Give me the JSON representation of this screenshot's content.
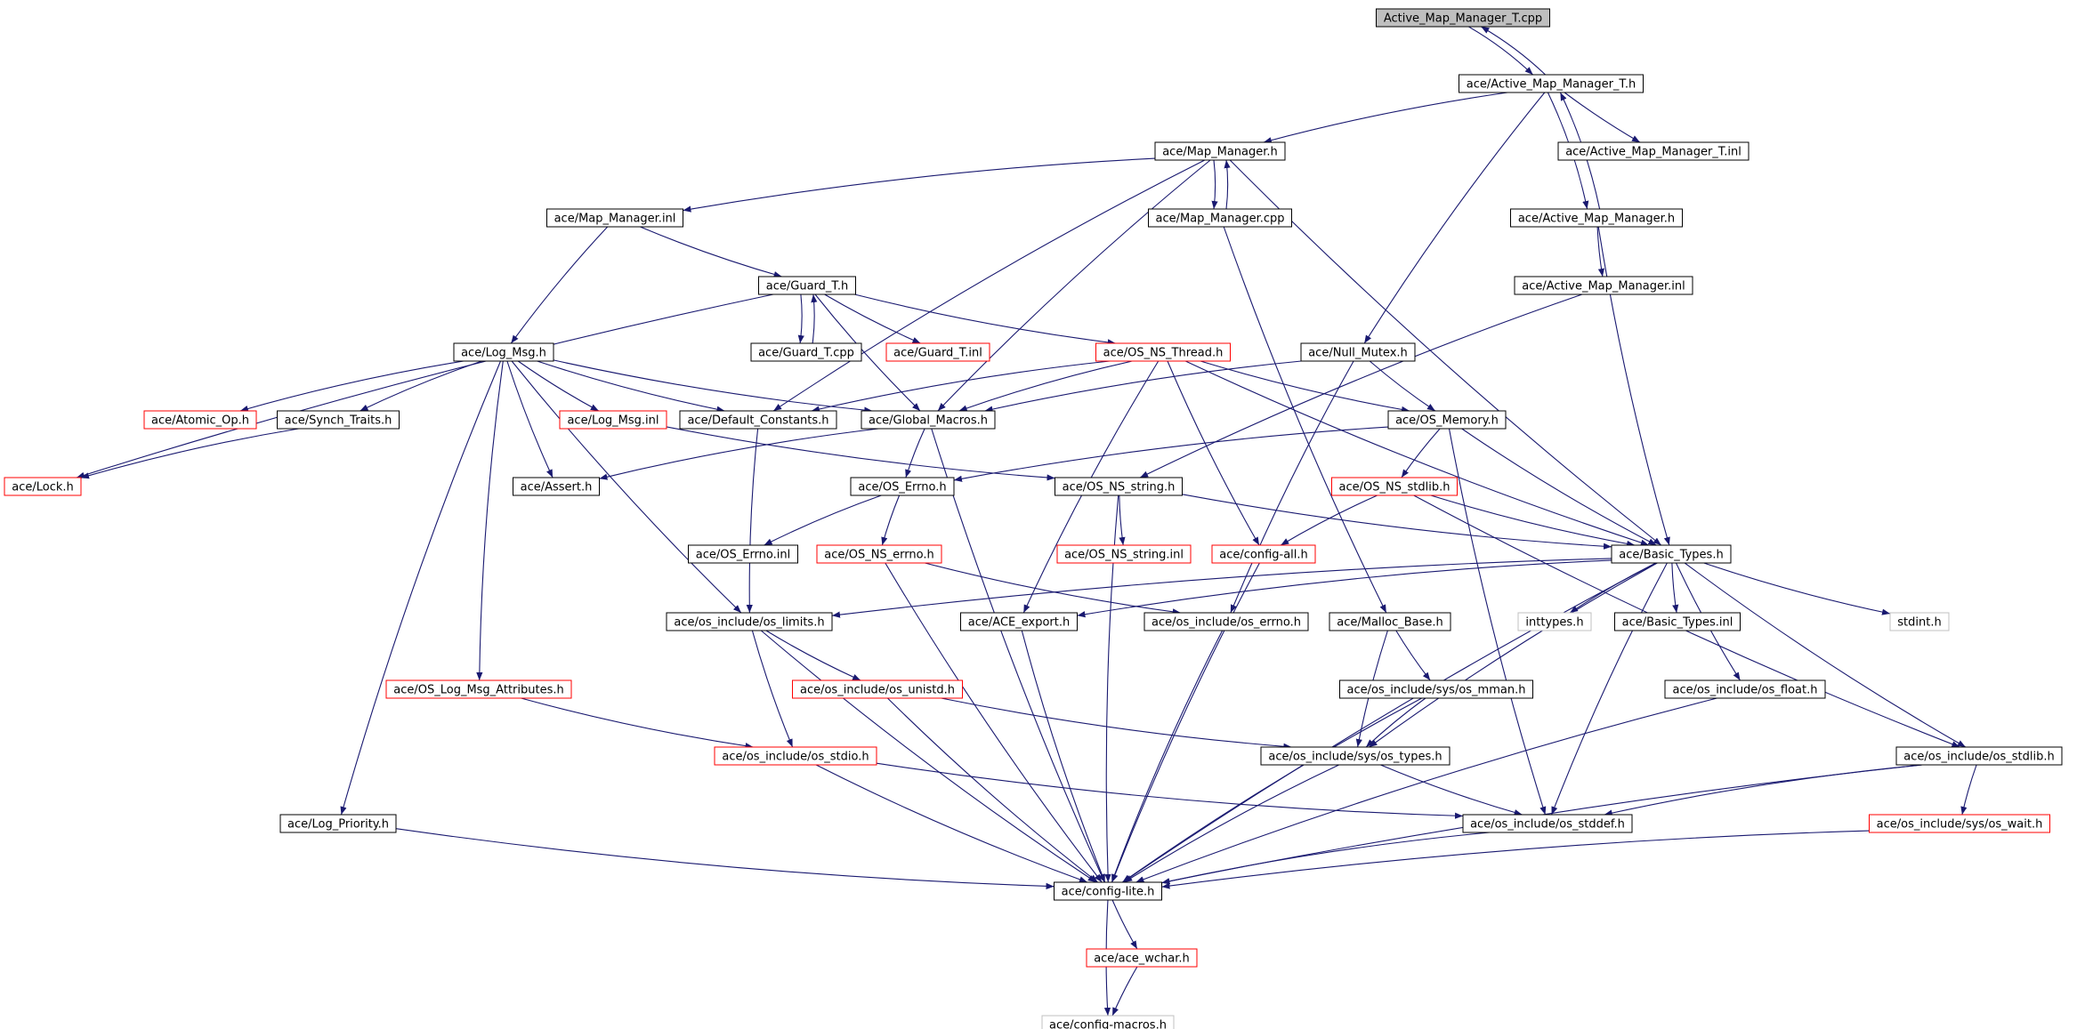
{
  "graph": {
    "colors": {
      "edge": "#191970",
      "node_border_default": "#000000",
      "node_border_undocumented": "#ff0000",
      "node_border_external": "#c0c0c0",
      "root_fill": "#bfbfbf",
      "node_fill": "#ffffff"
    },
    "nodes": [
      {
        "id": "root",
        "label": "Active_Map_Manager_T.cpp",
        "style": "root"
      },
      {
        "id": "amt_h",
        "label": "ace/Active_Map_Manager_T.h",
        "style": "normal"
      },
      {
        "id": "mm_h",
        "label": "ace/Map_Manager.h",
        "style": "normal"
      },
      {
        "id": "amt_inl",
        "label": "ace/Active_Map_Manager_T.inl",
        "style": "normal"
      },
      {
        "id": "mm_inl",
        "label": "ace/Map_Manager.inl",
        "style": "normal"
      },
      {
        "id": "mm_cpp",
        "label": "ace/Map_Manager.cpp",
        "style": "normal"
      },
      {
        "id": "am_h",
        "label": "ace/Active_Map_Manager.h",
        "style": "normal"
      },
      {
        "id": "guard_h",
        "label": "ace/Guard_T.h",
        "style": "normal"
      },
      {
        "id": "am_inl",
        "label": "ace/Active_Map_Manager.inl",
        "style": "normal"
      },
      {
        "id": "guard_cpp",
        "label": "ace/Guard_T.cpp",
        "style": "normal"
      },
      {
        "id": "guard_inl",
        "label": "ace/Guard_T.inl",
        "style": "red"
      },
      {
        "id": "log_msg",
        "label": "ace/Log_Msg.h",
        "style": "normal"
      },
      {
        "id": "thread",
        "label": "ace/OS_NS_Thread.h",
        "style": "red"
      },
      {
        "id": "null_mutex",
        "label": "ace/Null_Mutex.h",
        "style": "normal"
      },
      {
        "id": "atomic",
        "label": "ace/Atomic_Op.h",
        "style": "red"
      },
      {
        "id": "synch",
        "label": "ace/Synch_Traits.h",
        "style": "normal"
      },
      {
        "id": "log_msg_inl",
        "label": "ace/Log_Msg.inl",
        "style": "red"
      },
      {
        "id": "default_const",
        "label": "ace/Default_Constants.h",
        "style": "normal"
      },
      {
        "id": "global",
        "label": "ace/Global_Macros.h",
        "style": "normal"
      },
      {
        "id": "os_memory",
        "label": "ace/OS_Memory.h",
        "style": "normal"
      },
      {
        "id": "lock",
        "label": "ace/Lock.h",
        "style": "red"
      },
      {
        "id": "assert",
        "label": "ace/Assert.h",
        "style": "normal"
      },
      {
        "id": "os_errno",
        "label": "ace/OS_Errno.h",
        "style": "normal"
      },
      {
        "id": "ns_string",
        "label": "ace/OS_NS_string.h",
        "style": "normal"
      },
      {
        "id": "ns_stdlib",
        "label": "ace/OS_NS_stdlib.h",
        "style": "red"
      },
      {
        "id": "errno_inl",
        "label": "ace/OS_Errno.inl",
        "style": "normal"
      },
      {
        "id": "ns_errno",
        "label": "ace/OS_NS_errno.h",
        "style": "red"
      },
      {
        "id": "ns_string_inl",
        "label": "ace/OS_NS_string.inl",
        "style": "red"
      },
      {
        "id": "config_all",
        "label": "ace/config-all.h",
        "style": "red"
      },
      {
        "id": "basic_types",
        "label": "ace/Basic_Types.h",
        "style": "normal"
      },
      {
        "id": "limits",
        "label": "ace/os_include/os_limits.h",
        "style": "normal"
      },
      {
        "id": "ace_export",
        "label": "ace/ACE_export.h",
        "style": "normal"
      },
      {
        "id": "inc_errno",
        "label": "ace/os_include/os_errno.h",
        "style": "normal"
      },
      {
        "id": "malloc",
        "label": "ace/Malloc_Base.h",
        "style": "normal"
      },
      {
        "id": "inttypes",
        "label": "inttypes.h",
        "style": "gray"
      },
      {
        "id": "bt_inl",
        "label": "ace/Basic_Types.inl",
        "style": "normal"
      },
      {
        "id": "stdint",
        "label": "stdint.h",
        "style": "gray"
      },
      {
        "id": "log_attr",
        "label": "ace/OS_Log_Msg_Attributes.h",
        "style": "red"
      },
      {
        "id": "unistd",
        "label": "ace/os_include/os_unistd.h",
        "style": "red"
      },
      {
        "id": "mman",
        "label": "ace/os_include/sys/os_mman.h",
        "style": "normal"
      },
      {
        "id": "float",
        "label": "ace/os_include/os_float.h",
        "style": "normal"
      },
      {
        "id": "stdio",
        "label": "ace/os_include/os_stdio.h",
        "style": "red"
      },
      {
        "id": "sys_types",
        "label": "ace/os_include/sys/os_types.h",
        "style": "normal"
      },
      {
        "id": "inc_stdlib",
        "label": "ace/os_include/os_stdlib.h",
        "style": "normal"
      },
      {
        "id": "log_priority",
        "label": "ace/Log_Priority.h",
        "style": "normal"
      },
      {
        "id": "stddef",
        "label": "ace/os_include/os_stddef.h",
        "style": "normal"
      },
      {
        "id": "sys_wait",
        "label": "ace/os_include/sys/os_wait.h",
        "style": "red"
      },
      {
        "id": "config_lite",
        "label": "ace/config-lite.h",
        "style": "normal"
      },
      {
        "id": "wchar",
        "label": "ace/ace_wchar.h",
        "style": "red"
      },
      {
        "id": "config_macros",
        "label": "ace/config-macros.h",
        "style": "gray"
      }
    ],
    "edges": [
      [
        "root",
        "amt_h"
      ],
      [
        "amt_h",
        "root"
      ],
      [
        "amt_h",
        "mm_h"
      ],
      [
        "amt_h",
        "amt_inl"
      ],
      [
        "amt_h",
        "am_h"
      ],
      [
        "amt_h",
        "null_mutex"
      ],
      [
        "am_h",
        "amt_h"
      ],
      [
        "am_h",
        "am_inl"
      ],
      [
        "am_h",
        "basic_types"
      ],
      [
        "am_inl",
        "ns_string"
      ],
      [
        "mm_h",
        "mm_inl"
      ],
      [
        "mm_h",
        "mm_cpp"
      ],
      [
        "mm_cpp",
        "mm_h"
      ],
      [
        "mm_h",
        "global"
      ],
      [
        "mm_h",
        "default_const"
      ],
      [
        "mm_h",
        "basic_types"
      ],
      [
        "mm_cpp",
        "malloc"
      ],
      [
        "mm_inl",
        "guard_h"
      ],
      [
        "mm_inl",
        "log_msg"
      ],
      [
        "guard_h",
        "guard_cpp"
      ],
      [
        "guard_cpp",
        "guard_h"
      ],
      [
        "guard_h",
        "guard_inl"
      ],
      [
        "guard_h",
        "thread"
      ],
      [
        "guard_h",
        "lock"
      ],
      [
        "guard_h",
        "global"
      ],
      [
        "log_msg",
        "atomic"
      ],
      [
        "log_msg",
        "synch"
      ],
      [
        "log_msg",
        "log_msg_inl"
      ],
      [
        "log_msg",
        "default_const"
      ],
      [
        "log_msg",
        "global"
      ],
      [
        "log_msg",
        "assert"
      ],
      [
        "log_msg",
        "limits"
      ],
      [
        "log_msg",
        "log_attr"
      ],
      [
        "log_msg",
        "log_priority"
      ],
      [
        "synch",
        "lock"
      ],
      [
        "thread",
        "default_const"
      ],
      [
        "thread",
        "global"
      ],
      [
        "thread",
        "os_memory"
      ],
      [
        "thread",
        "config_all"
      ],
      [
        "thread",
        "ace_export"
      ],
      [
        "thread",
        "basic_types"
      ],
      [
        "null_mutex",
        "global"
      ],
      [
        "null_mutex",
        "os_memory"
      ],
      [
        "null_mutex",
        "inc_errno"
      ],
      [
        "log_msg_inl",
        "ns_string"
      ],
      [
        "default_const",
        "limits"
      ],
      [
        "global",
        "assert"
      ],
      [
        "global",
        "os_errno"
      ],
      [
        "global",
        "config_lite"
      ],
      [
        "os_memory",
        "os_errno"
      ],
      [
        "os_memory",
        "ns_stdlib"
      ],
      [
        "os_memory",
        "basic_types"
      ],
      [
        "os_memory",
        "stddef"
      ],
      [
        "os_errno",
        "errno_inl"
      ],
      [
        "os_errno",
        "ns_errno"
      ],
      [
        "ns_errno",
        "inc_errno"
      ],
      [
        "ns_errno",
        "config_lite"
      ],
      [
        "ns_string",
        "ns_string_inl"
      ],
      [
        "ns_string",
        "basic_types"
      ],
      [
        "ns_string",
        "config_lite"
      ],
      [
        "ns_stdlib",
        "config_all"
      ],
      [
        "ns_stdlib",
        "basic_types"
      ],
      [
        "ns_stdlib",
        "inc_stdlib"
      ],
      [
        "config_all",
        "config_lite"
      ],
      [
        "basic_types",
        "limits"
      ],
      [
        "basic_types",
        "ace_export"
      ],
      [
        "basic_types",
        "inttypes"
      ],
      [
        "basic_types",
        "bt_inl"
      ],
      [
        "basic_types",
        "stdint"
      ],
      [
        "basic_types",
        "float"
      ],
      [
        "basic_types",
        "sys_types"
      ],
      [
        "basic_types",
        "stddef"
      ],
      [
        "basic_types",
        "inc_stdlib"
      ],
      [
        "basic_types",
        "config_lite"
      ],
      [
        "limits",
        "unistd"
      ],
      [
        "limits",
        "stdio"
      ],
      [
        "limits",
        "config_lite"
      ],
      [
        "unistd",
        "sys_types"
      ],
      [
        "unistd",
        "config_lite"
      ],
      [
        "ace_export",
        "config_lite"
      ],
      [
        "inc_errno",
        "config_lite"
      ],
      [
        "malloc",
        "mman"
      ],
      [
        "malloc",
        "sys_types"
      ],
      [
        "mman",
        "sys_types"
      ],
      [
        "mman",
        "config_lite"
      ],
      [
        "float",
        "config_lite"
      ],
      [
        "log_attr",
        "stdio"
      ],
      [
        "stdio",
        "stddef"
      ],
      [
        "stdio",
        "config_lite"
      ],
      [
        "sys_types",
        "stddef"
      ],
      [
        "sys_types",
        "config_lite"
      ],
      [
        "inc_stdlib",
        "stddef"
      ],
      [
        "inc_stdlib",
        "sys_wait"
      ],
      [
        "inc_stdlib",
        "config_lite"
      ],
      [
        "log_priority",
        "config_lite"
      ],
      [
        "stddef",
        "config_lite"
      ],
      [
        "sys_wait",
        "config_lite"
      ],
      [
        "config_lite",
        "wchar"
      ],
      [
        "config_lite",
        "config_macros"
      ],
      [
        "wchar",
        "config_macros"
      ]
    ]
  }
}
